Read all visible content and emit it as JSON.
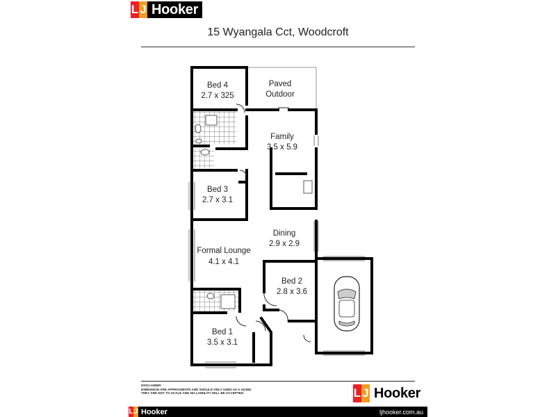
{
  "brand": {
    "name": "Hooker",
    "l": "L",
    "j": "J"
  },
  "address": "15 Wyangala Cct, Woodcroft",
  "rooms": {
    "bed4": {
      "name": "Bed 4",
      "size": "2.7 x 325"
    },
    "paved": {
      "name": "Paved",
      "name2": "Outdoor"
    },
    "family": {
      "name": "Family",
      "size": "3.5 x 5.9"
    },
    "bed3": {
      "name": "Bed 3",
      "size": "2.7 x 3.1"
    },
    "dining": {
      "name": "Dining",
      "size": "2.9 x 2.9"
    },
    "lounge": {
      "name": "Formal Lounge",
      "size": "4.1 x 4.1"
    },
    "bed2": {
      "name": "Bed 2",
      "size": "2.8 x 3.6"
    },
    "bed1": {
      "name": "Bed 1",
      "size": "3.5 x 3.1"
    }
  },
  "disclaimer": {
    "title": "DISCLAIMER",
    "line1": "DIMENSION ARE APPROXIMATE AND SHOULD ONLY USED AS A  GUIDE.",
    "line2": "THEY ARE NOT TO SCALE AND NO LIABILITY WILL BE ACCEPTED."
  },
  "footer": {
    "url": "ljhooker.com.au"
  },
  "colors": {
    "red": "#e8202a",
    "orange": "#f39a1e",
    "black": "#000000"
  },
  "icons": [
    "car-icon",
    "toilet-icon",
    "basin-icon",
    "shower-icon",
    "sink-icon"
  ]
}
